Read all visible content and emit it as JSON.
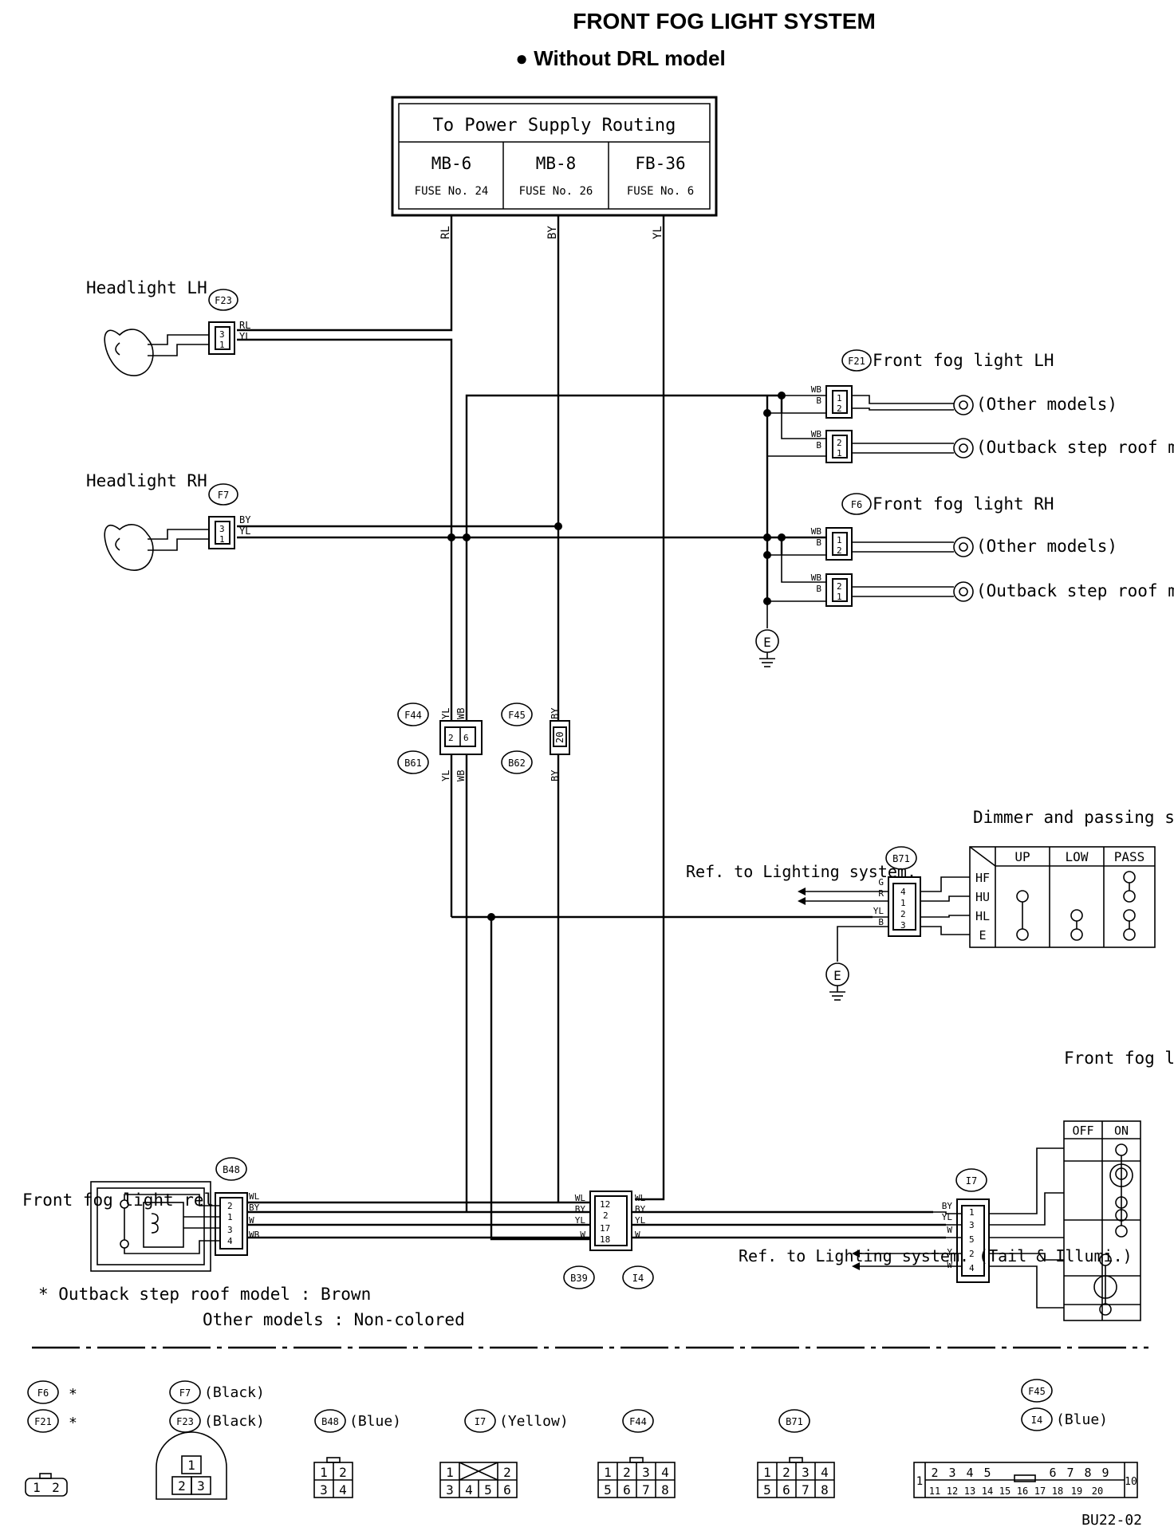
{
  "title": "FRONT FOG LIGHT SYSTEM",
  "subtitle": "● Without DRL model",
  "power": {
    "header": "To Power Supply Routing",
    "cells": [
      {
        "name": "MB-6",
        "fuse": "FUSE No. 24"
      },
      {
        "name": "MB-8",
        "fuse": "FUSE No. 26"
      },
      {
        "name": "FB-36",
        "fuse": "FUSE No. 6"
      }
    ]
  },
  "wire_colors": {
    "rl": "RL",
    "by": "BY",
    "yl": "YL",
    "wb": "WB",
    "b": "B",
    "g": "G",
    "r": "R",
    "w": "W",
    "wl": "WL",
    "y": "Y"
  },
  "components": {
    "headlight_lh": "Headlight LH",
    "headlight_rh": "Headlight RH",
    "fog_lh": "Front fog light LH",
    "fog_rh": "Front fog light RH",
    "other_models": "(Other models)",
    "outback_step_roof": "(Outback step roof model)",
    "dimmer": "Dimmer and passing switch",
    "relay": "Front fog light relay",
    "fog_switch": "Front fog light switch",
    "ref_lighting": "Ref. to Lighting system.",
    "ref_lighting_tail": "Ref. to Lighting system. (Tail & Illumi.)",
    "ground": "E"
  },
  "connectors": {
    "f23": "F23",
    "f7": "F7",
    "f21": "F21",
    "f6": "F6",
    "f44": "F44",
    "f45": "F45",
    "b61": "B61",
    "b62": "B62",
    "b71": "B71",
    "b48": "B48",
    "b39": "B39",
    "i4": "I4",
    "i7": "I7"
  },
  "dimmer_table": {
    "headers": [
      "UP",
      "LOW",
      "PASS"
    ],
    "rows": [
      "HF",
      "HU",
      "HL",
      "E"
    ]
  },
  "fog_switch_table": {
    "headers": [
      "OFF",
      "ON"
    ]
  },
  "pins": {
    "f23": [
      "3",
      "1"
    ],
    "f7": [
      "3",
      "1"
    ],
    "f21a": [
      "1",
      "2"
    ],
    "f21b": [
      "2",
      "1"
    ],
    "f6a": [
      "1",
      "2"
    ],
    "f6b": [
      "2",
      "1"
    ],
    "f44": [
      "2",
      "6"
    ],
    "f45": "20",
    "b71": [
      "4",
      "1",
      "2",
      "3"
    ],
    "b48": [
      "2",
      "1",
      "3",
      "4"
    ],
    "i4": [
      "12",
      "2",
      "17",
      "18"
    ],
    "i7": [
      "1",
      "3",
      "5",
      "2",
      "4"
    ]
  },
  "notes": {
    "line1": "* Outback step roof model : Brown",
    "line2": "Other models : Non-colored"
  },
  "legend": {
    "f6_star": "*",
    "f21_star": "*",
    "f7_color": "(Black)",
    "f23_color": "(Black)",
    "b48_color": "(Blue)",
    "i7_color": "(Yellow)",
    "i4_color": "(Blue)",
    "face_f6": [
      "1",
      "2"
    ],
    "face_f7": [
      "1",
      "2",
      "3"
    ],
    "face_b48": [
      "1",
      "2",
      "3",
      "4"
    ],
    "face_i7": [
      "1",
      "2",
      "3",
      "4",
      "5",
      "6"
    ],
    "face_f44": [
      "1",
      "2",
      "3",
      "4",
      "5",
      "6",
      "7",
      "8"
    ],
    "face_b71": [
      "1",
      "2",
      "3",
      "4",
      "5",
      "6",
      "7",
      "8"
    ],
    "face_i4": [
      "1",
      "2",
      "3",
      "4",
      "5",
      "6",
      "7",
      "8",
      "9",
      "10",
      "11",
      "12",
      "13",
      "14",
      "15",
      "16",
      "17",
      "18",
      "19",
      "20"
    ]
  },
  "code": "BU22-02"
}
